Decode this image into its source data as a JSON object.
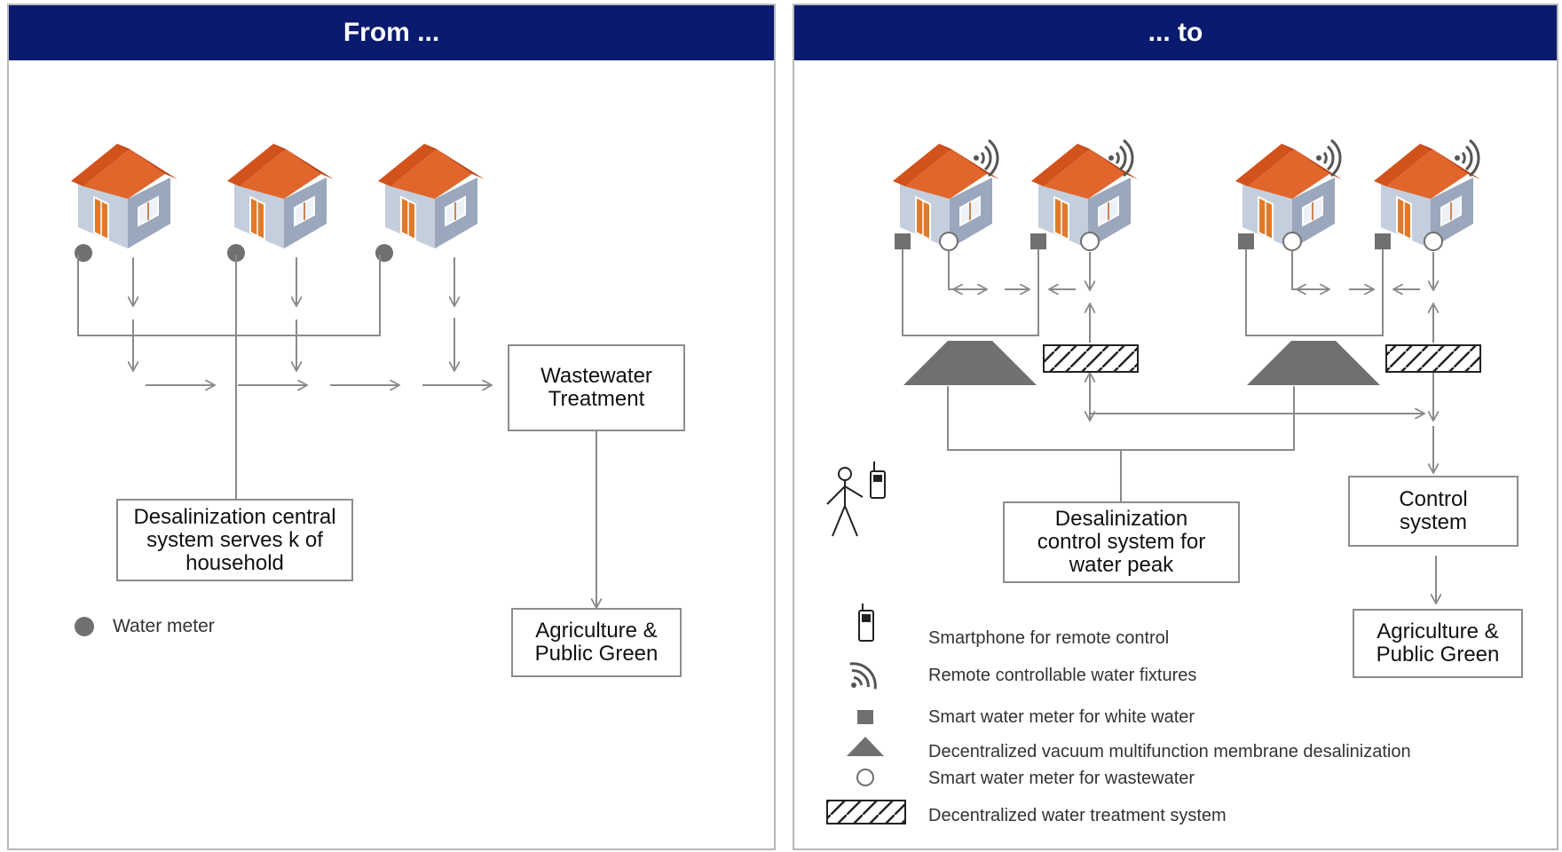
{
  "left_panel": {
    "title": "From ...",
    "wastewater_box": "Wastewater\nTreatment",
    "desal_box": "Desalinization central\nsystem serves k of\nhousehold",
    "agri_box": "Agriculture &\nPublic Green",
    "legend_water_meter": "Water meter"
  },
  "right_panel": {
    "title": "... to",
    "desal_control_box": "Desalinization\ncontrol system for\nwater peak",
    "control_box": "Control\nsystem",
    "agri_box": "Agriculture &\nPublic Green",
    "legend": {
      "smartphone": "Smartphone for remote control",
      "fixtures": "Remote controllable water fixtures",
      "white_meter": "Smart water meter for white water",
      "desalinization": "Decentralized vacuum multifunction membrane desalinization",
      "waste_meter": "Smart water meter for wastewater",
      "treatment": "Decentralized water treatment system"
    }
  },
  "colors": {
    "header": "#0a1a6e",
    "roof": "#d2521c",
    "door": "#e07a2a",
    "wall": "#b9c4d6",
    "line": "#8a8a8a",
    "symbol": "#707070"
  }
}
